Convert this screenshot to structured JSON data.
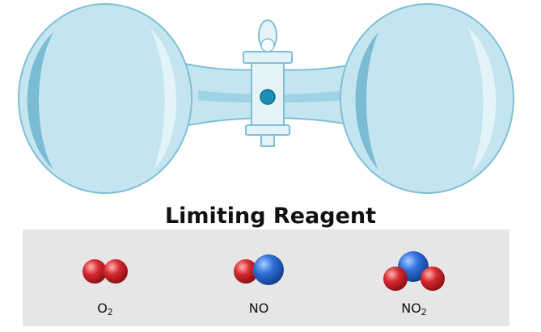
{
  "title": "Limiting Reagent",
  "colors": {
    "glass_fill": "#c4e5f0",
    "glass_stroke": "#7fbfd6",
    "glass_shadow": "#79bcd3",
    "glass_highlight": "#e6f5fa",
    "valve_body": "#e4f3f8",
    "valve_dot": "#1b8fb8",
    "oxygen": "#d42a2f",
    "nitrogen": "#2f6fd8",
    "panel": "#e6e6e6"
  },
  "legend": [
    {
      "formula": "O",
      "subscript": "2",
      "atoms": [
        "oxygen",
        "oxygen"
      ]
    },
    {
      "formula": "NO",
      "subscript": "",
      "atoms": [
        "oxygen",
        "nitrogen"
      ]
    },
    {
      "formula": "NO",
      "subscript": "2",
      "atoms": [
        "oxygen",
        "nitrogen",
        "oxygen"
      ]
    }
  ]
}
